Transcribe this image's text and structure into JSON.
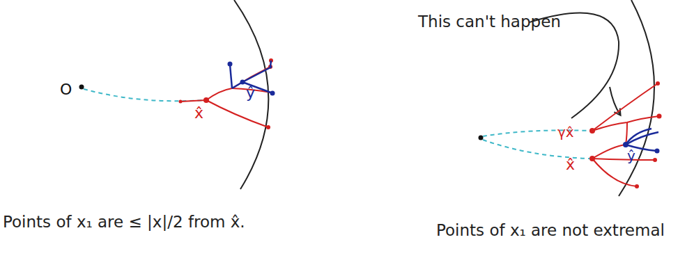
{
  "diagram": {
    "labels": [
      "O",
      "x̂",
      "ŷ",
      "Points of x₁ are ≤ |x|/2 from x̂.",
      "This can't happen",
      "γx̂",
      "ŷ",
      "x̂",
      "Points of x₁ are not extremal"
    ]
  }
}
